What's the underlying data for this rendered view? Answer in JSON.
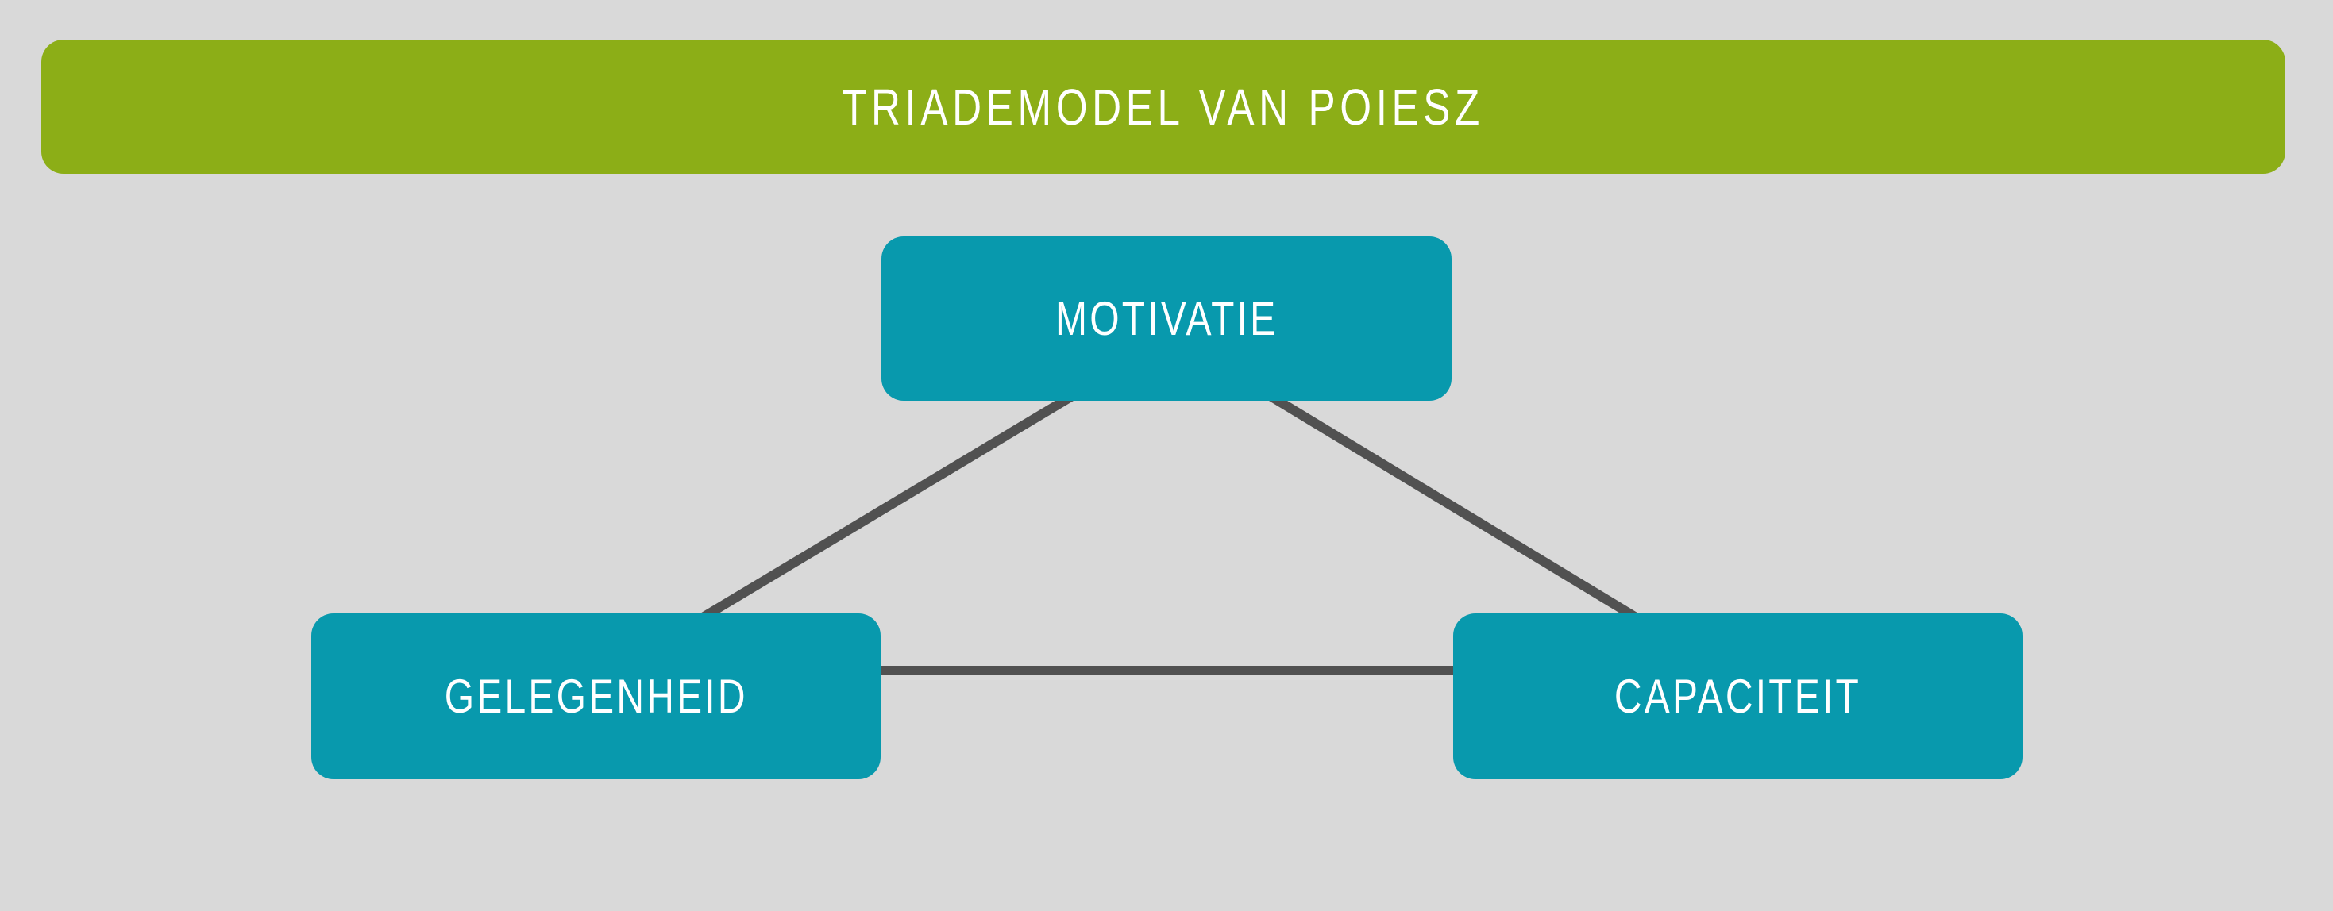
{
  "page": {
    "background_color": "#d9d9d9"
  },
  "header": {
    "title": "TRIADEMODEL VAN POIESZ",
    "background_color": "#8cae17",
    "text_color": "#ffffff"
  },
  "diagram": {
    "node_color": "#0899ad",
    "node_text_color": "#ffffff",
    "connector_color": "#515151",
    "nodes": [
      {
        "id": "motivatie",
        "label": "MOTIVATIE"
      },
      {
        "id": "gelegenheid",
        "label": "GELEGENHEID"
      },
      {
        "id": "capaciteit",
        "label": "CAPACITEIT"
      }
    ],
    "edges": [
      {
        "from": "motivatie",
        "to": "gelegenheid"
      },
      {
        "from": "motivatie",
        "to": "capaciteit"
      },
      {
        "from": "gelegenheid",
        "to": "capaciteit"
      }
    ]
  }
}
